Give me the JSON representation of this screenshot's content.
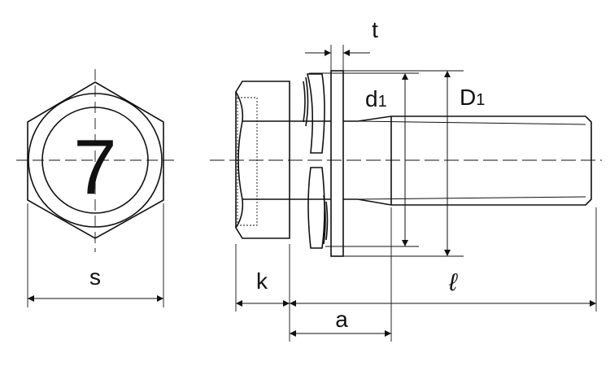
{
  "diagram": {
    "head_marking": "7",
    "labels": {
      "s": "s",
      "k": "k",
      "a": "a",
      "length": "ℓ",
      "t": "t",
      "d1": "d",
      "d1_sub": "1",
      "D1": "D",
      "D1_sub": "1"
    },
    "colors": {
      "line": "#111111",
      "background": "#ffffff"
    }
  }
}
